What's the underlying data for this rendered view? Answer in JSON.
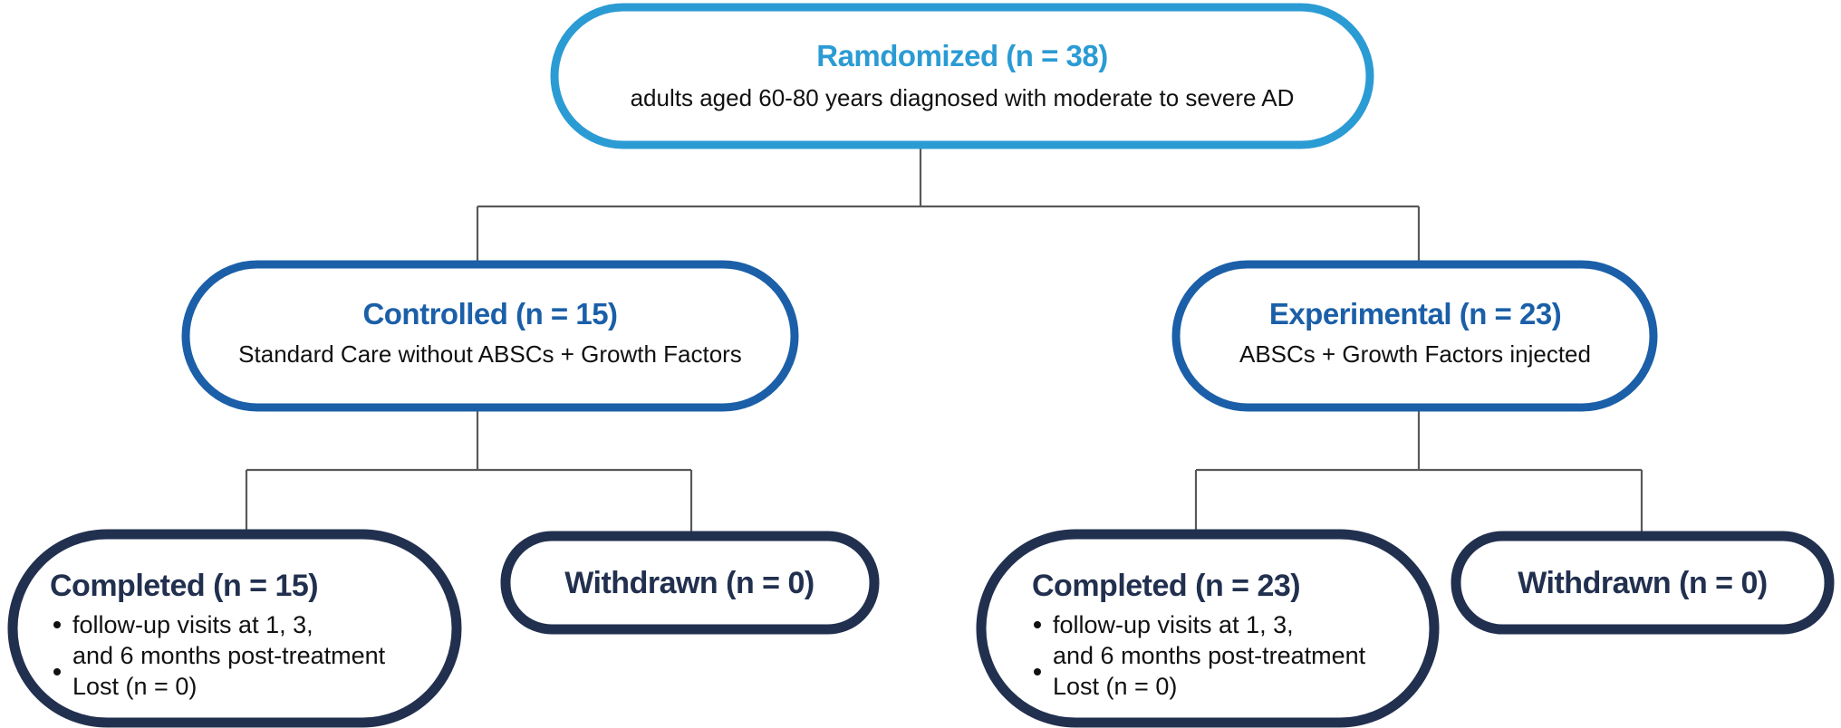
{
  "diagram": {
    "type": "consort-flow-diagram",
    "colors": {
      "level1_border": "#2B9BD4",
      "level1_title": "#2B9BD4",
      "level2_border": "#1B5FA8",
      "level2_title": "#1B5FA8",
      "level3_border": "#22304F",
      "level3_title": "#22304F",
      "connector": "#595959",
      "body_text": "#111111",
      "background": "#FFFFFF"
    },
    "nodes": {
      "randomized": {
        "title": "Ramdomized (n = 38)",
        "subtitle": "adults aged 60-80 years diagnosed with moderate to severe AD"
      },
      "controlled": {
        "title": "Controlled (n = 15)",
        "subtitle": "Standard Care without ABSCs + Growth Factors"
      },
      "experimental": {
        "title": "Experimental (n = 23)",
        "subtitle": "ABSCs + Growth Factors injected"
      },
      "completed_control": {
        "title": "Completed (n = 15)",
        "bullets": [
          "follow-up visits at 1, 3,",
          "and 6 months post-treatment",
          "Lost (n = 0)"
        ]
      },
      "withdrawn_control": {
        "title": "Withdrawn (n = 0)"
      },
      "completed_experimental": {
        "title": "Completed (n = 23)",
        "bullets": [
          "follow-up visits at 1, 3,",
          "and 6 months post-treatment",
          "Lost (n = 0)"
        ]
      },
      "withdrawn_experimental": {
        "title": "Withdrawn (n = 0)"
      }
    }
  }
}
